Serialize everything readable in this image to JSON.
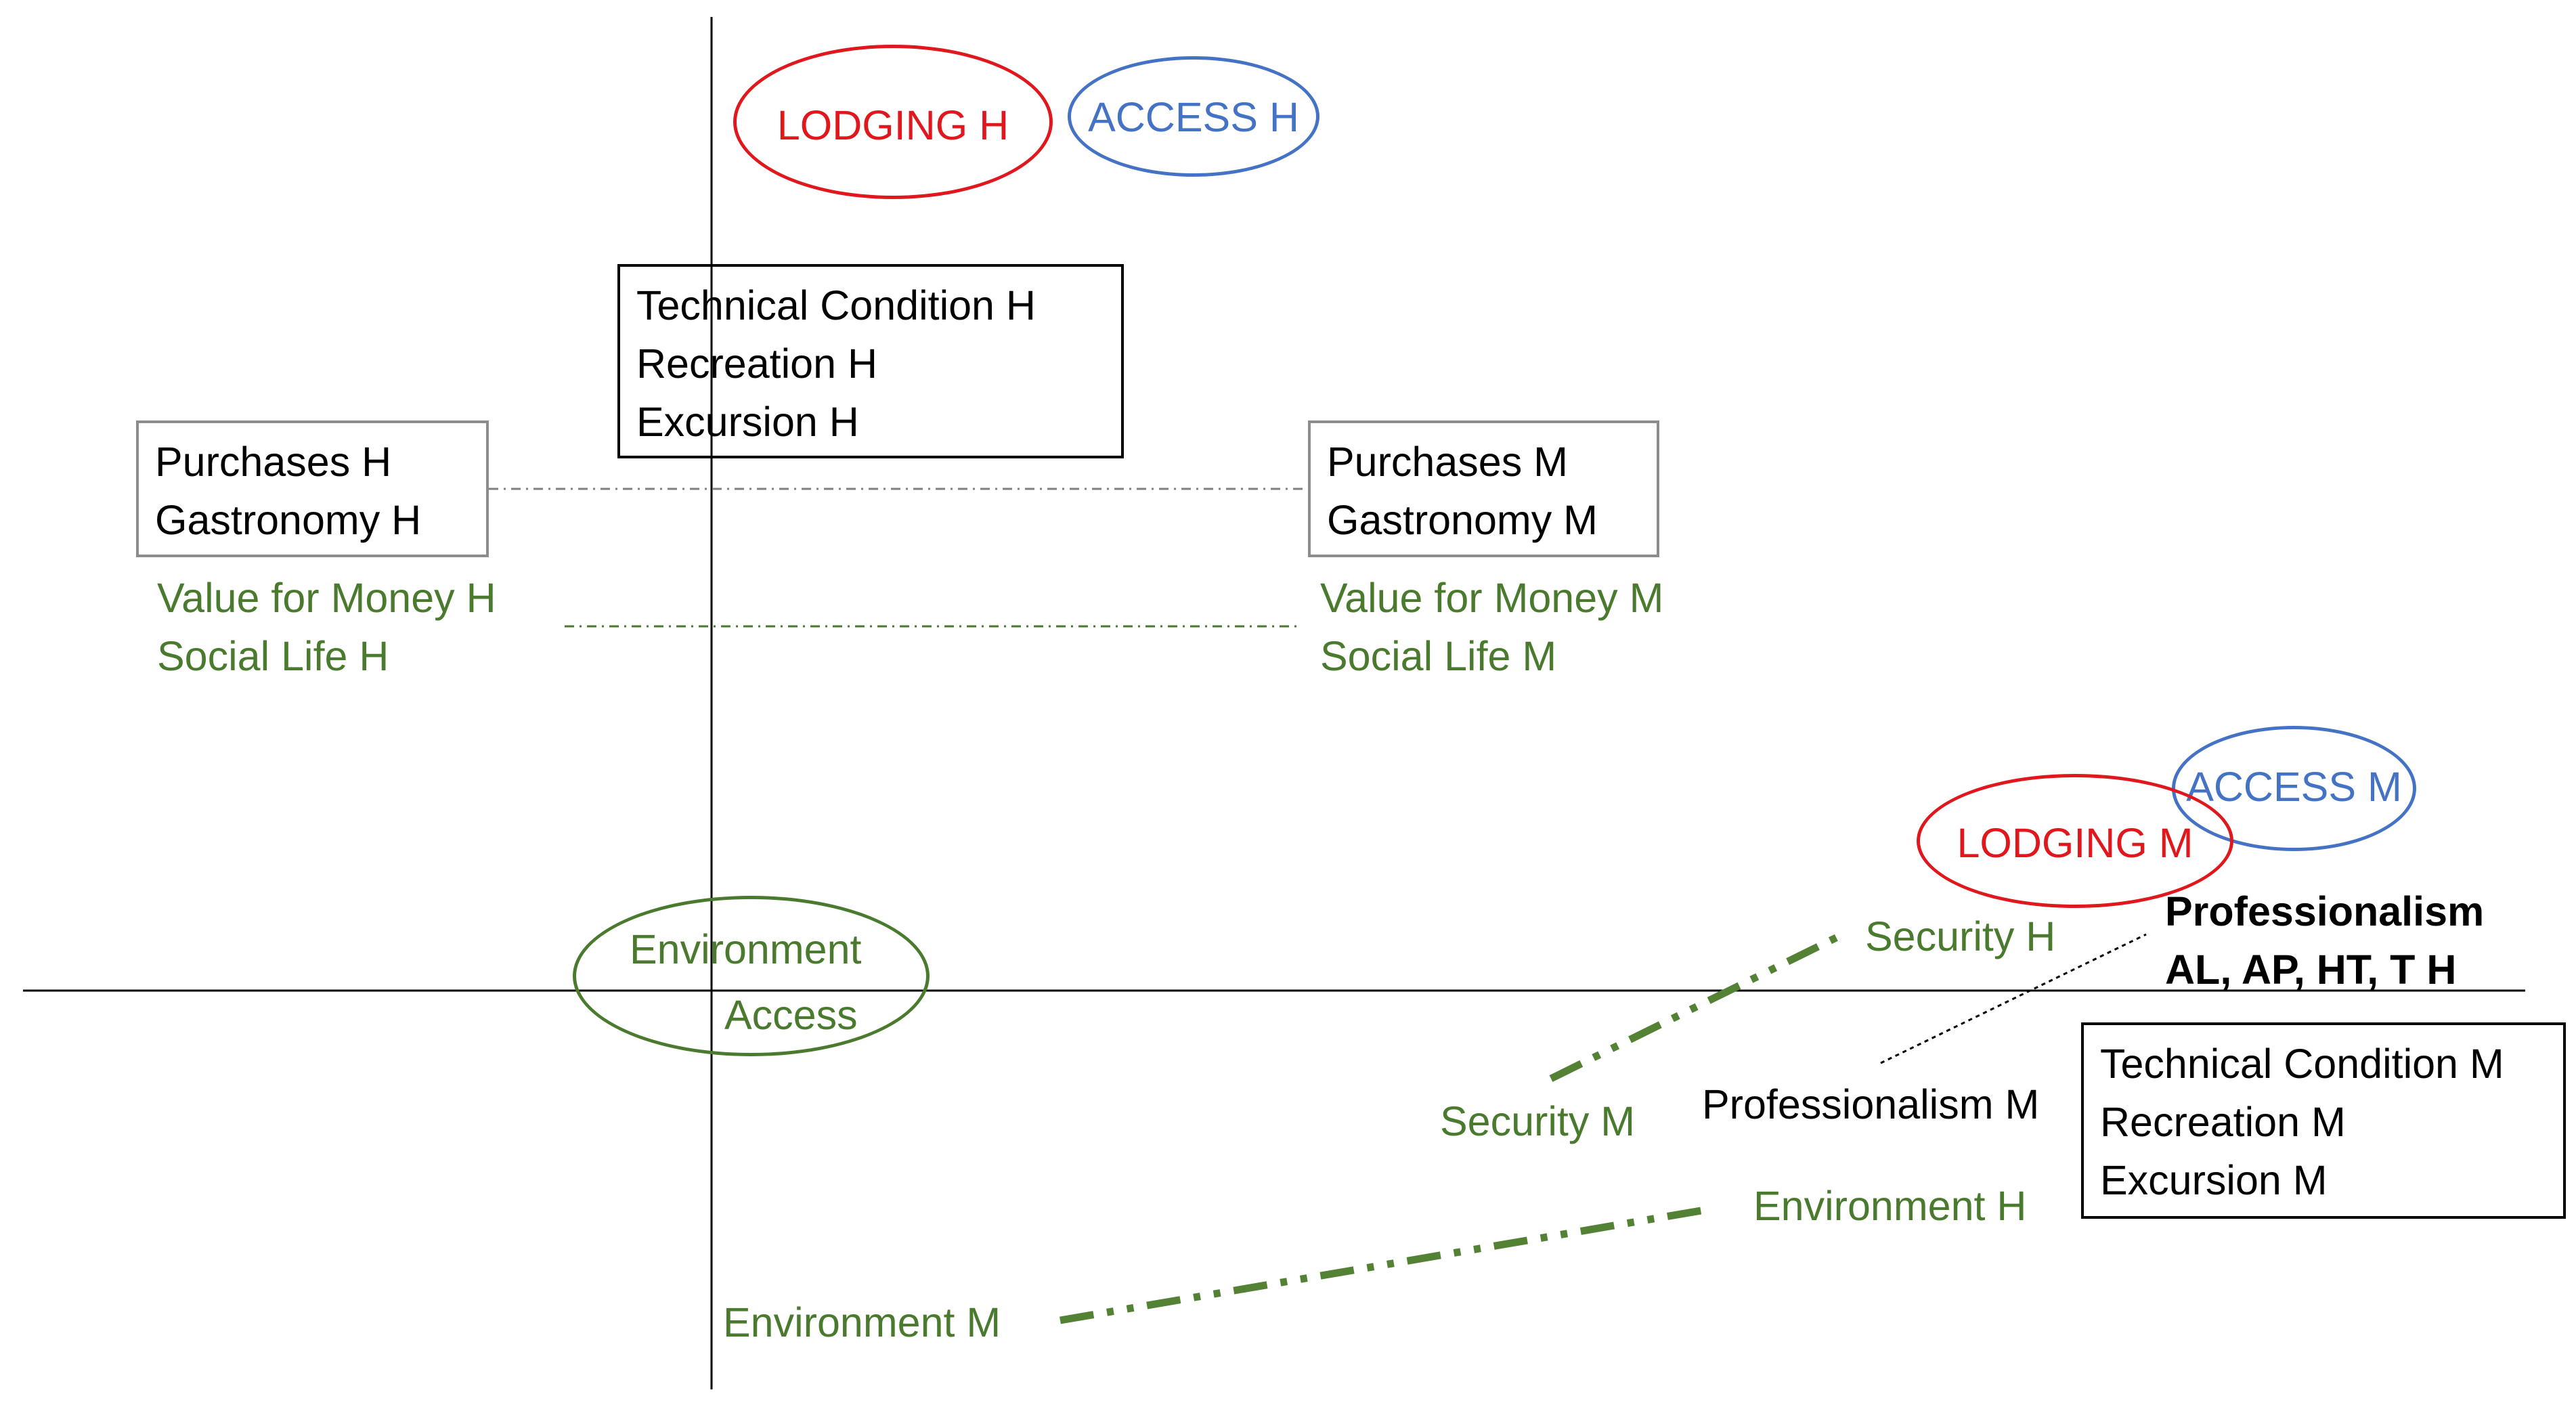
{
  "colors": {
    "black": "#000000",
    "gray": "#8c8c8c",
    "green": "#4a7a2e",
    "dark_green": "#548235",
    "red": "#e0171c",
    "blue": "#4472c4"
  },
  "ellipses": {
    "lodging_h": "LODGING H",
    "access_h": "ACCESS H",
    "lodging_m": "LODGING M",
    "access_m": "ACCESS M",
    "environment_access": [
      "Environment",
      "Access"
    ]
  },
  "boxes": {
    "tech_h": [
      "Technical Condition H",
      "Recreation H",
      "Excursion H"
    ],
    "purchases_h": [
      "Purchases H",
      "Gastronomy H"
    ],
    "purchases_m": [
      "Purchases M",
      "Gastronomy M"
    ],
    "tech_m": [
      "Technical Condition M",
      "Recreation M",
      "Excursion M"
    ]
  },
  "labels": {
    "value_h": [
      "Value for Money H",
      "Social Life H"
    ],
    "value_m": [
      "Value for Money M",
      "Social Life M"
    ],
    "security_h": "Security H",
    "security_m": "Security M",
    "professionalism_h": [
      "Professionalism",
      "AL, AP, HT, T H"
    ],
    "professionalism_m": "Professionalism M",
    "environment_h": "Environment H",
    "environment_m": "Environment M"
  }
}
